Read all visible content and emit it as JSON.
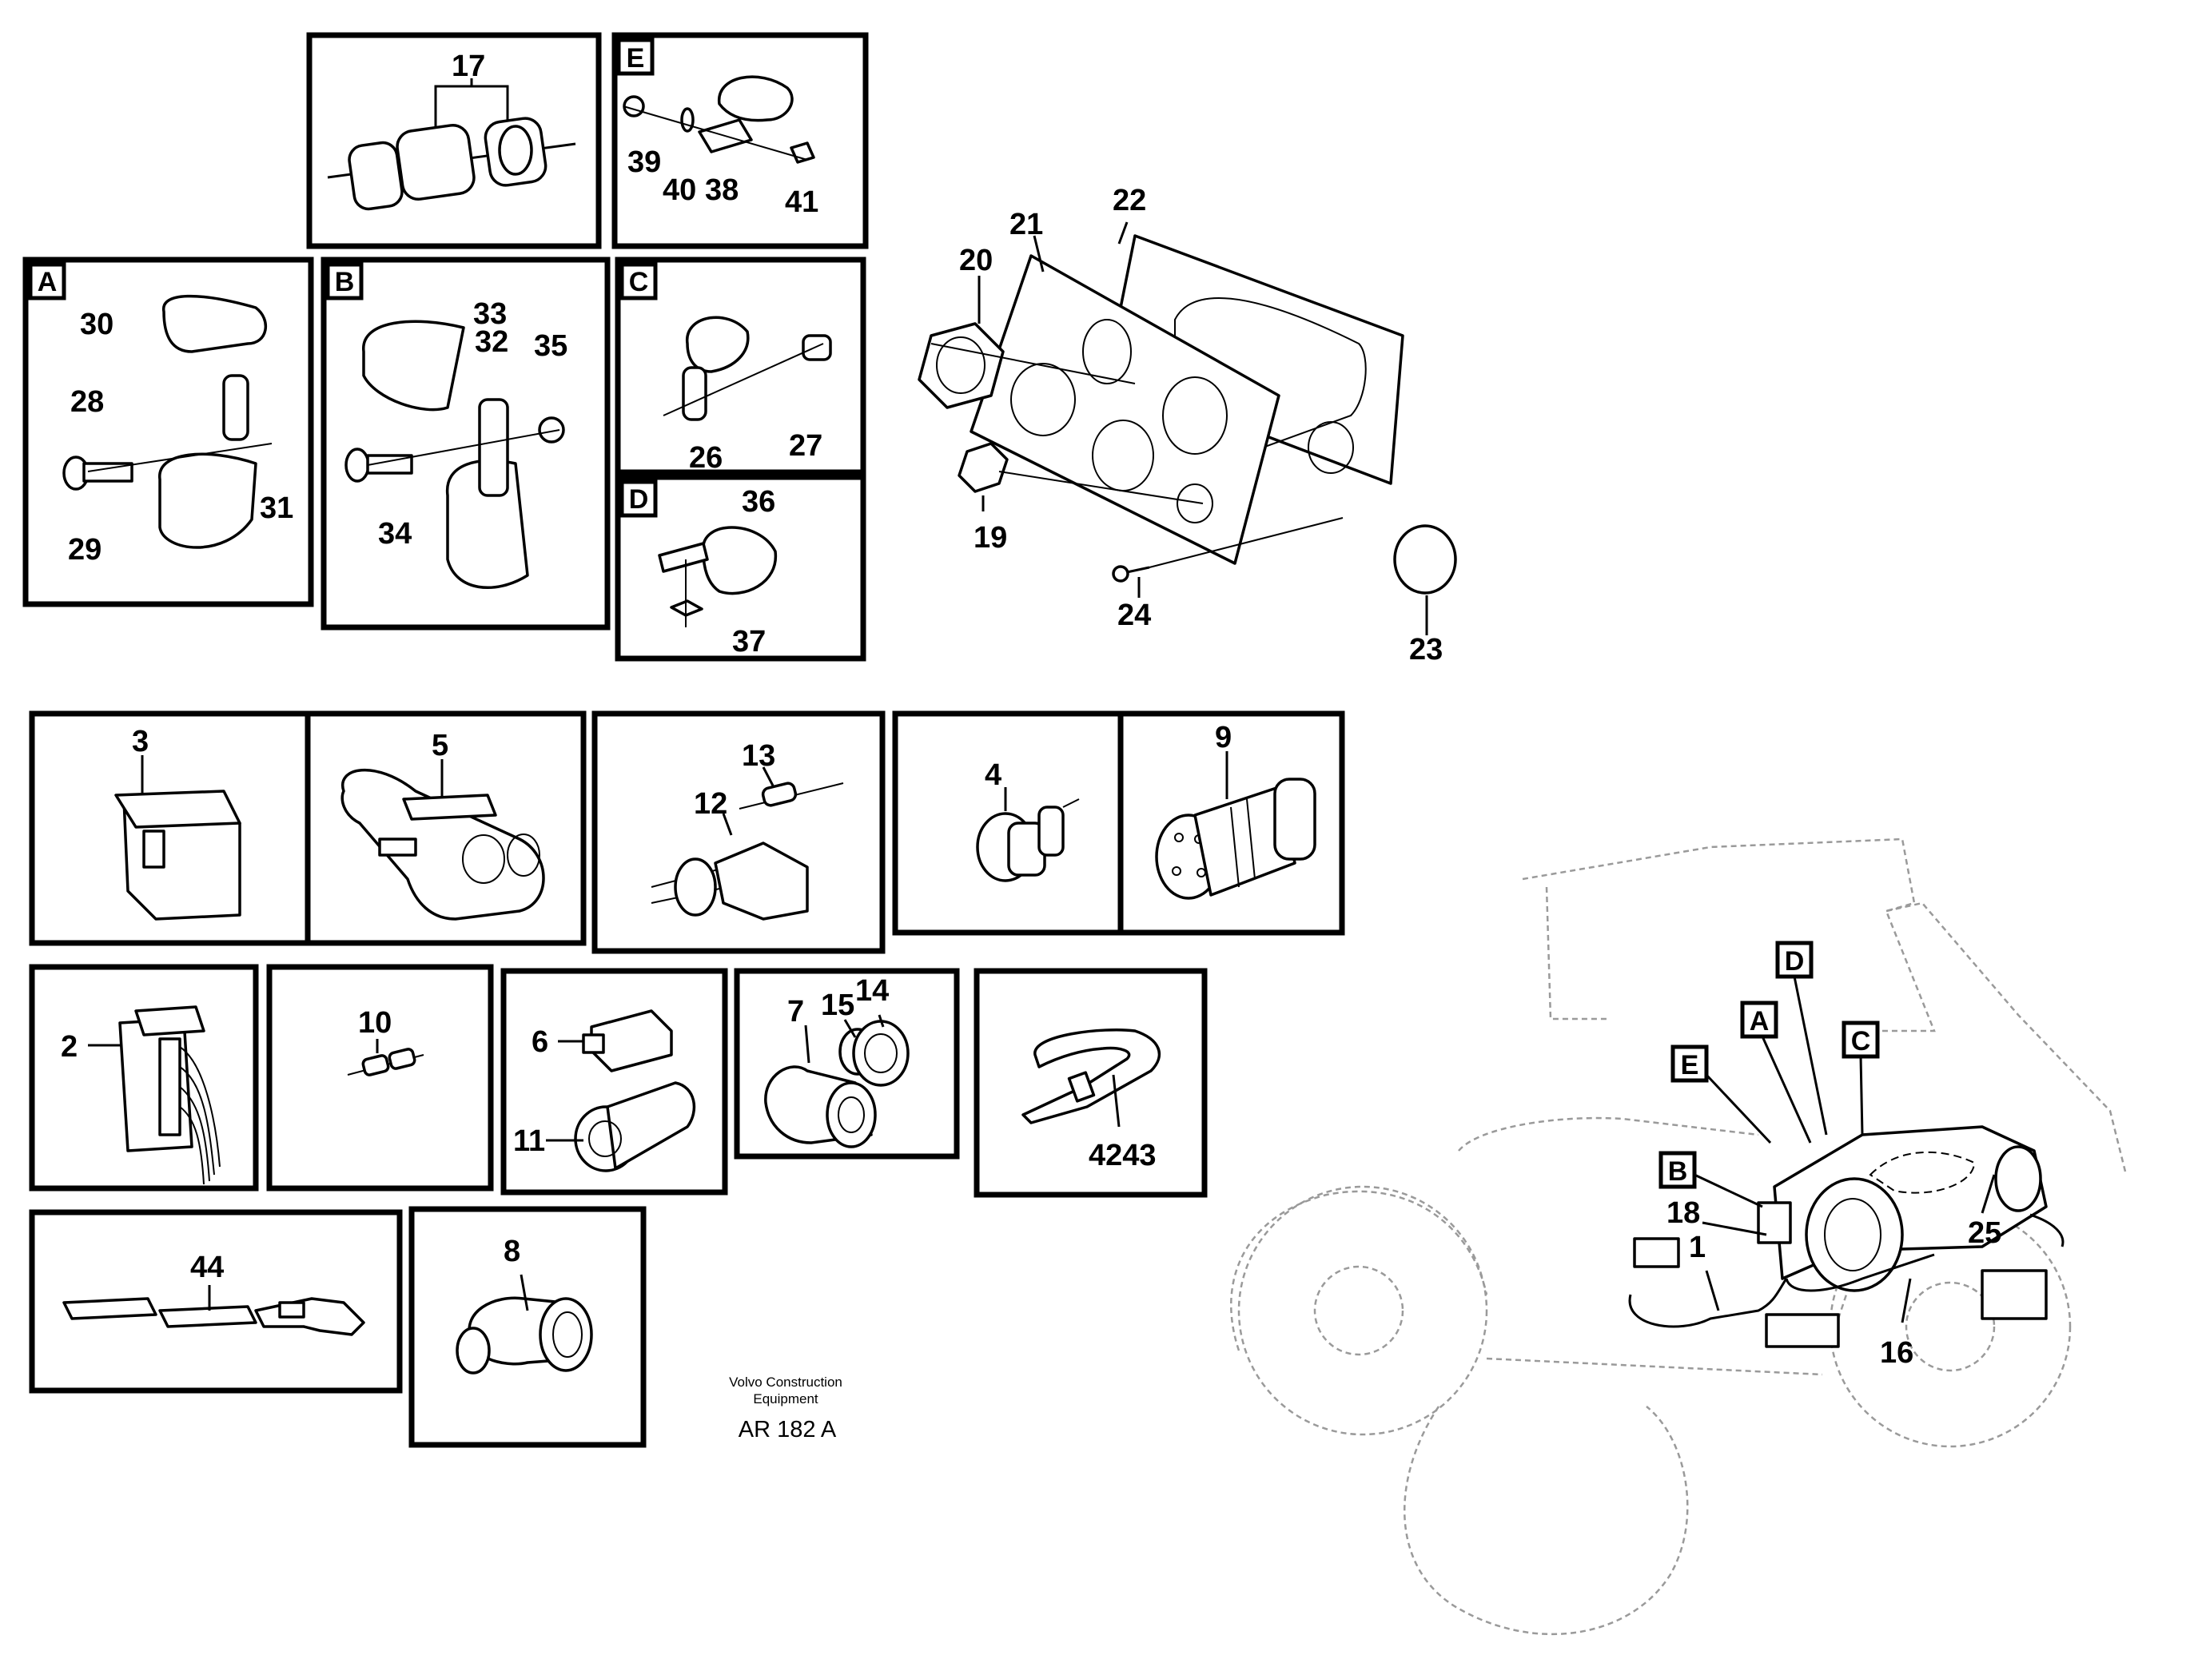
{
  "parts": {
    "p1": "1",
    "p2": "2",
    "p3": "3",
    "p4": "4",
    "p5": "5",
    "p6": "6",
    "p7": "7",
    "p8": "8",
    "p9": "9",
    "p10": "10",
    "p11": "11",
    "p12": "12",
    "p13": "13",
    "p14": "14",
    "p15": "15",
    "p16": "16",
    "p17": "17",
    "p18": "18",
    "p19": "19",
    "p20": "20",
    "p21": "21",
    "p22": "22",
    "p23": "23",
    "p24": "24",
    "p25": "25",
    "p26": "26",
    "p27": "27",
    "p28": "28",
    "p29": "29",
    "p30": "30",
    "p31": "31",
    "p32": "32",
    "p33": "33",
    "p34": "34",
    "p35": "35",
    "p36": "36",
    "p37": "37",
    "p38": "38",
    "p39": "39",
    "p40": "40",
    "p41": "41",
    "p4243": "4243",
    "p44": "44"
  },
  "detail_letters": {
    "a": "A",
    "b": "B",
    "c": "C",
    "d": "D",
    "e": "E"
  },
  "caption": {
    "line1": "Volvo Construction",
    "line2": "Equipment",
    "code": "AR 182 A"
  }
}
